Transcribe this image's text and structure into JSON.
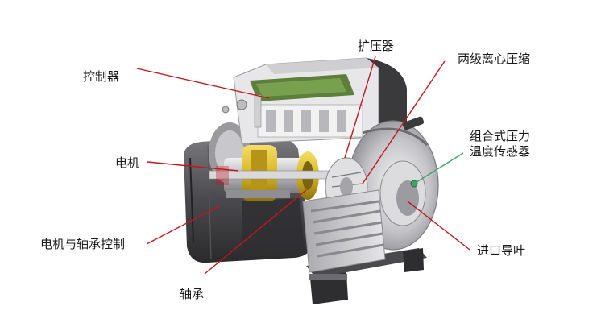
{
  "colors": {
    "leader": "#c4161c",
    "leader_alt": "#8a8a8a",
    "label_text": "#1a1a1a",
    "housing_dark": "#3a3a3c",
    "housing_mid": "#6f6f72",
    "housing_light": "#c9c9cc",
    "motor_yellow": "#d8b624",
    "board_green": "#5e7f3c"
  },
  "labels": {
    "controller": "控制器",
    "motor": "电机",
    "motor_bearing_control": "电机与轴承控制",
    "bearing": "轴承",
    "diffuser": "扩压器",
    "two_stage_centrifugal": "两级离心压缩",
    "combined_sensor_line1": "组合式压力",
    "combined_sensor_line2": "温度传感器",
    "inlet_guide_vane": "进口导叶"
  }
}
